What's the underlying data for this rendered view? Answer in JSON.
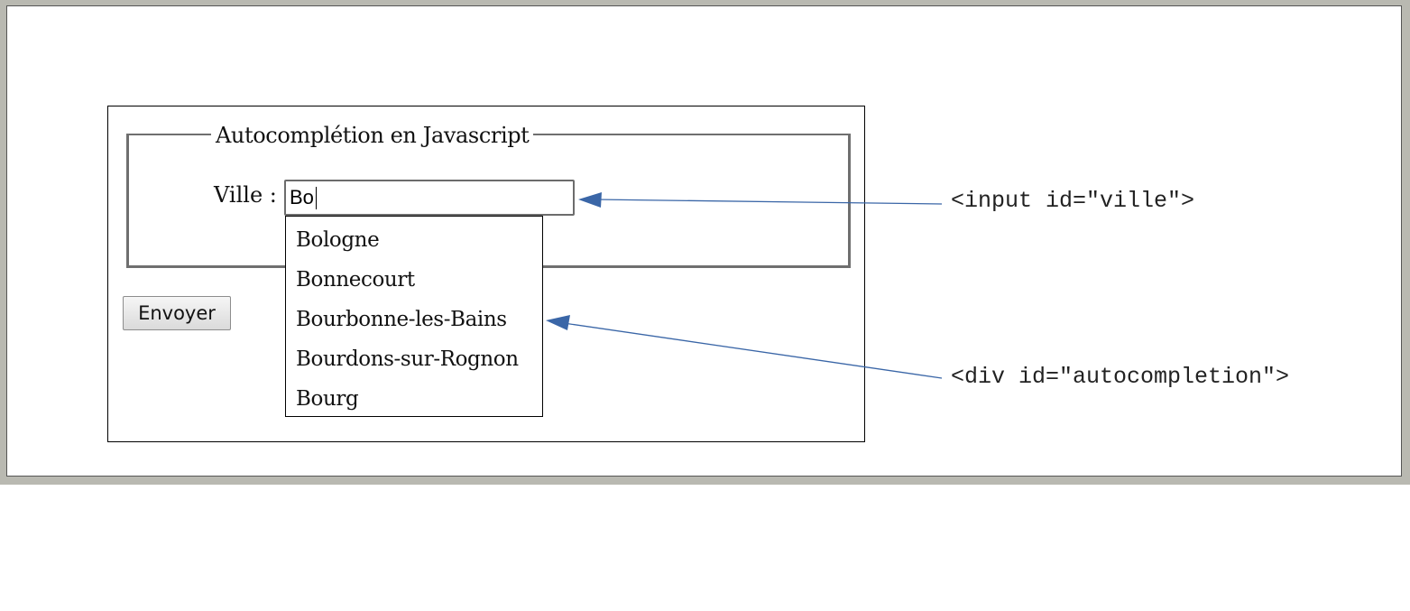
{
  "form": {
    "legend": "Autocomplétion en Javascript",
    "ville_label": "Ville :",
    "ville_value": "Bo",
    "submit_label": "Envoyer"
  },
  "autocompletion": {
    "items": [
      "Bologne",
      "Bonnecourt",
      "Bourbonne-les-Bains",
      "Bourdons-sur-Rognon",
      "Bourg"
    ]
  },
  "annotations": {
    "input_label": "<input id=\"ville\">",
    "div_label": "<div id=\"autocompletion\">",
    "arrow_color": "#3a66a7"
  }
}
